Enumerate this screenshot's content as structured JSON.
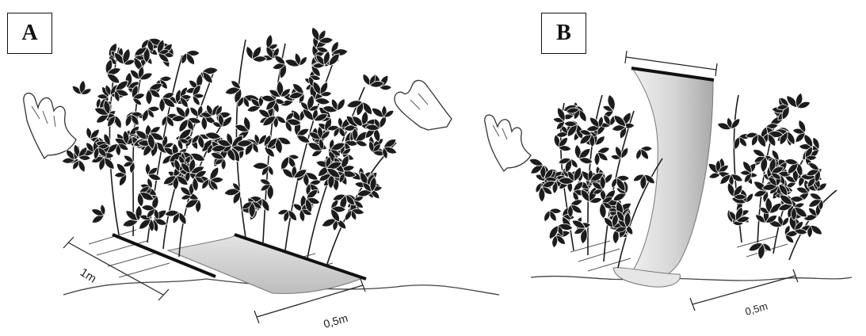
{
  "panels": {
    "a": {
      "label": "A",
      "dim_row_length": "1m",
      "dim_cloth_width": "0,5m"
    },
    "b": {
      "label": "B",
      "dim_cloth_width": "0,5m"
    }
  }
}
